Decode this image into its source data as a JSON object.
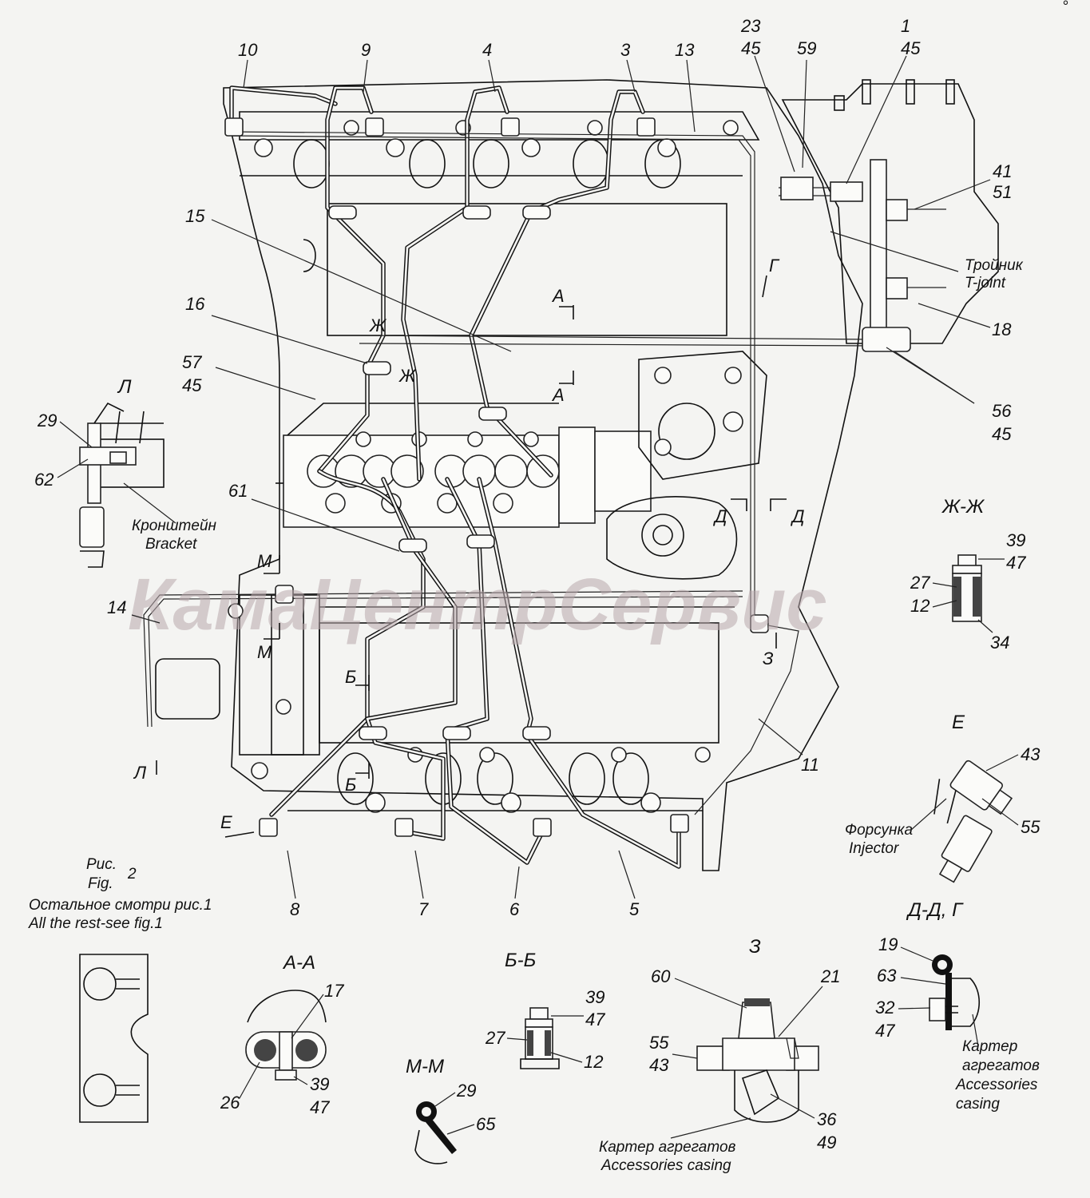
{
  "corner_mark": "°",
  "watermark": "КамаЦентрСервис",
  "callouts_top": [
    "10",
    "9",
    "4",
    "3",
    "13",
    "23",
    "45",
    "59",
    "1",
    "45"
  ],
  "callouts_right": [
    "41",
    "51",
    "18",
    "56",
    "45"
  ],
  "tjoint": {
    "ru": "Тройник",
    "en": "T-joint"
  },
  "callouts_left": [
    "15",
    "16",
    "57",
    "45",
    "61",
    "14"
  ],
  "callouts_bottom": [
    "8",
    "7",
    "6",
    "5",
    "11"
  ],
  "section_marks": {
    "A": "А",
    "B": "Б",
    "G": "Г",
    "D": "Д",
    "E": "Е",
    "ZH": "Ж",
    "Z": "З",
    "L": "Л",
    "M": "М"
  },
  "view_L": {
    "title": "Л",
    "callouts": [
      "29",
      "62"
    ],
    "caption_ru": "Кронштейн",
    "caption_en": "Bracket"
  },
  "view_ZHZH": {
    "title": "Ж-Ж",
    "callouts": [
      "39",
      "47",
      "27",
      "12",
      "34"
    ]
  },
  "view_E": {
    "title": "Е",
    "callouts": [
      "43",
      "55"
    ],
    "caption_ru": "Форсунка",
    "caption_en": "Injector"
  },
  "fig_caption": {
    "ru_fig": "Рис.",
    "en_fig": "Fig.",
    "number": "2",
    "rest_ru": "Остальное смотри рис.1",
    "rest_en": "All the rest-see fig.1"
  },
  "view_AA": {
    "title": "А-А",
    "callouts": [
      "17",
      "26",
      "39",
      "47"
    ]
  },
  "view_MM": {
    "title": "М-М",
    "callouts": [
      "29",
      "65"
    ]
  },
  "view_BB": {
    "title": "Б-Б",
    "callouts": [
      "39",
      "47",
      "27",
      "12"
    ]
  },
  "view_Z": {
    "title": "З",
    "callouts": [
      "60",
      "21",
      "55",
      "43",
      "36",
      "49"
    ],
    "caption_ru": "Картер агрегатов",
    "caption_en": "Accessories casing"
  },
  "view_DD": {
    "title": "Д-Д, Г",
    "callouts": [
      "19",
      "63",
      "32",
      "47"
    ],
    "caption_ru_1": "Картер",
    "caption_ru_2": "агрегатов",
    "caption_en_1": "Accessories",
    "caption_en_2": "casing"
  }
}
